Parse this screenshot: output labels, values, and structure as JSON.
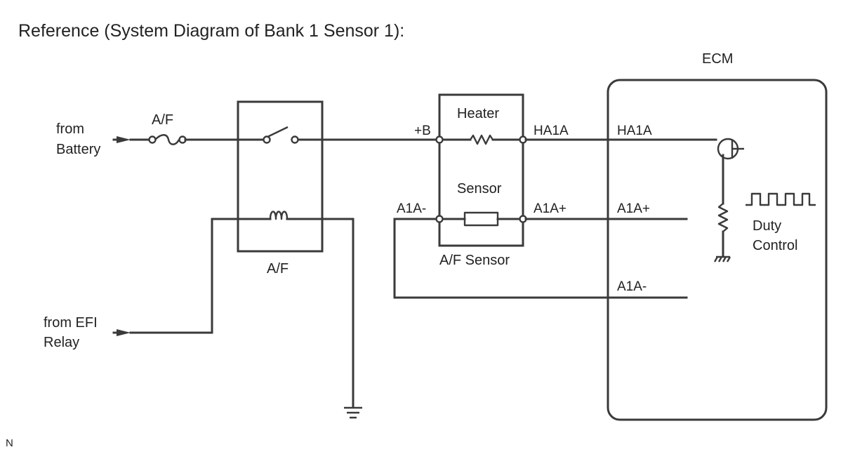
{
  "title": "Reference (System Diagram of Bank 1 Sensor 1):",
  "inputs": {
    "battery": [
      "from",
      "Battery"
    ],
    "efi_relay": [
      "from EFI",
      "Relay"
    ]
  },
  "fuse_label": "A/F",
  "relay_label": "A/F",
  "sensor_block": {
    "heater": "Heater",
    "sensor": "Sensor",
    "name": "A/F Sensor",
    "pin_plus_b": "+B",
    "pin_ha1a": "HA1A",
    "pin_a1a_minus": "A1A-",
    "pin_a1a_plus": "A1A+"
  },
  "ecm": {
    "label": "ECM",
    "pin_ha1a": "HA1A",
    "pin_a1a_plus": "A1A+",
    "pin_a1a_minus": "A1A-",
    "duty_control": [
      "Duty",
      "Control"
    ]
  },
  "corner_mark": "N"
}
